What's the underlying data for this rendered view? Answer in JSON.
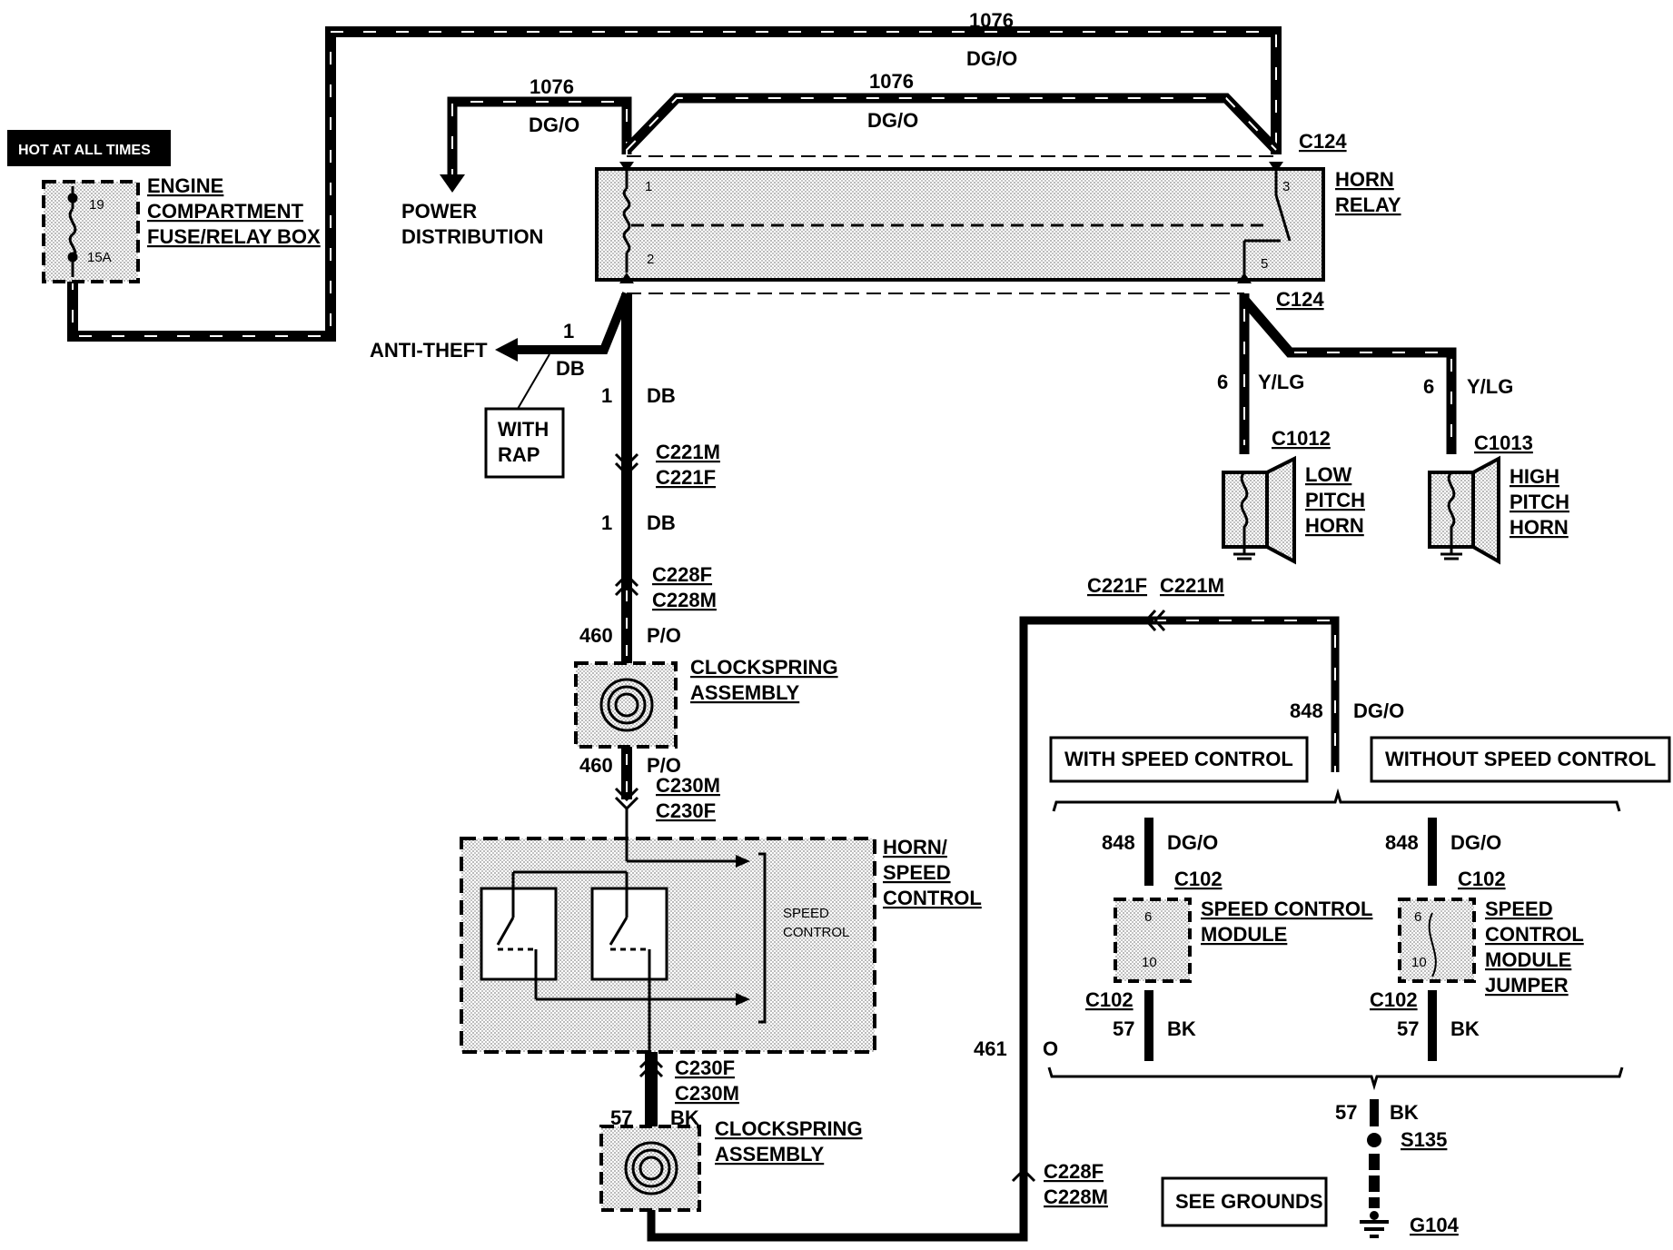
{
  "hot_box": {
    "label": "HOT AT ALL TIMES"
  },
  "fuse_box": {
    "lines": [
      "ENGINE",
      "COMPARTMENT",
      "FUSE/RELAY BOX"
    ],
    "fuse_number": "19",
    "fuse_rating": "15A"
  },
  "power_distribution": {
    "lines": [
      "POWER",
      "DISTRIBUTION"
    ]
  },
  "wires": {
    "top_circuit": "1076",
    "top_color": "DG/O",
    "left_circuit": "1076",
    "left_color": "DG/O",
    "mid_circuit": "1076",
    "mid_color": "DG/O",
    "db_circuit": "1",
    "db_color": "DB",
    "anti_theft_circuit": "1",
    "anti_theft_color": "DB",
    "db2_circuit": "1",
    "db2_color": "DB",
    "po_circuit": "460",
    "po_color": "P/O",
    "po2_circuit": "460",
    "po2_color": "P/O",
    "bk_circuit": "57",
    "bk_color": "BK",
    "ylg_low_circuit": "6",
    "ylg_low_color": "Y/LG",
    "ylg_high_circuit": "6",
    "ylg_high_color": "Y/LG",
    "dgo_circuit": "848",
    "dgo_color": "DG/O",
    "left_dgo_circuit": "848",
    "left_dgo_color": "DG/O",
    "right_dgo_circuit": "848",
    "right_dgo_color": "DG/O",
    "left_bk_circuit": "57",
    "left_bk_color": "BK",
    "right_bk_circuit": "57",
    "right_bk_color": "BK",
    "ground_circuit": "57",
    "ground_color": "BK",
    "c461_circuit": "461",
    "c461_color": "O"
  },
  "horn_relay": {
    "lines": [
      "HORN",
      "RELAY"
    ],
    "connector_top": "C124",
    "connector_bottom": "C124",
    "pins": [
      "1",
      "2",
      "3",
      "5"
    ]
  },
  "anti_theft": {
    "label": "ANTI-THEFT",
    "with_rap": [
      "WITH",
      "RAP"
    ]
  },
  "connectors": {
    "c221m": "C221M",
    "c221f": "C221F",
    "c228f": "C228F",
    "c228m": "C228M",
    "c230m": "C230M",
    "c230f": "C230F",
    "c230f_b": "C230F",
    "c230m_b": "C230M",
    "c221f_r": "C221F",
    "c221m_r": "C221M",
    "c228f_b": "C228F",
    "c228m_b": "C228M",
    "c102_l_top": "C102",
    "c102_l_bot": "C102",
    "c102_r_top": "C102",
    "c102_r_bot": "C102",
    "c1012": "C1012",
    "c1013": "C1013"
  },
  "clockspring_top": {
    "lines": [
      "CLOCKSPRING",
      "ASSEMBLY"
    ]
  },
  "clockspring_bottom": {
    "lines": [
      "CLOCKSPRING",
      "ASSEMBLY"
    ]
  },
  "horn_switch": {
    "lines": [
      "HORN/",
      "SPEED",
      "CONTROL"
    ],
    "inner": [
      "SPEED",
      "CONTROL"
    ]
  },
  "low_horn": {
    "lines": [
      "LOW",
      "PITCH",
      "HORN"
    ]
  },
  "high_horn": {
    "lines": [
      "HIGH",
      "PITCH",
      "HORN"
    ]
  },
  "speed_options": {
    "with": "WITH SPEED CONTROL",
    "without": "WITHOUT SPEED CONTROL"
  },
  "scm": {
    "lines": [
      "SPEED CONTROL",
      "MODULE"
    ],
    "pin_top": "6",
    "pin_bot": "10"
  },
  "jumper": {
    "lines": [
      "SPEED",
      "CONTROL",
      "MODULE",
      "JUMPER"
    ],
    "pin_top": "6",
    "pin_bot": "10"
  },
  "splice": {
    "label": "S135"
  },
  "ground": {
    "label": "G104",
    "see": "SEE GROUNDS"
  }
}
